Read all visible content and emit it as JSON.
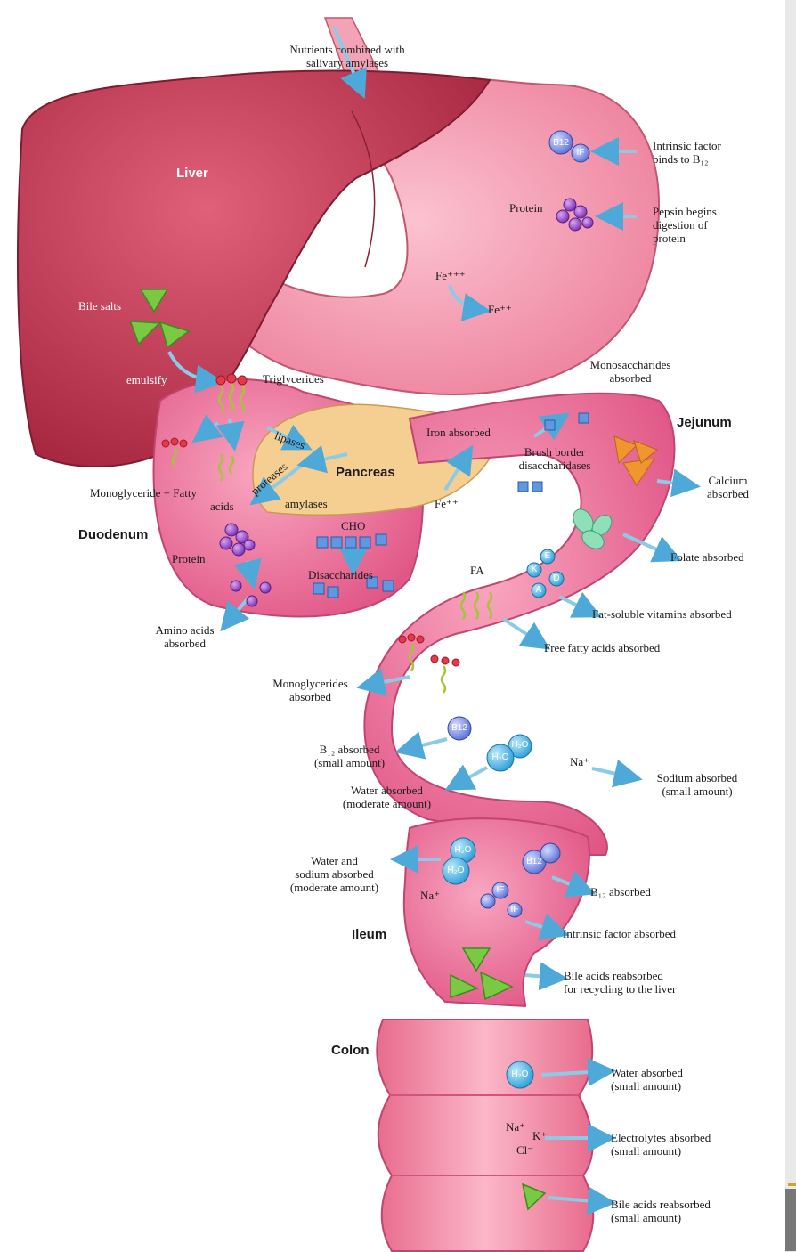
{
  "organs": {
    "liver": "Liver",
    "pancreas": "Pancreas",
    "duodenum": "Duodenum",
    "jejunum": "Jejunum",
    "ileum": "Ileum",
    "colon": "Colon"
  },
  "stomach": {
    "nutrients": [
      "Nutrients combined with",
      "salivary amylases"
    ],
    "intrinsic_factor": [
      "Intrinsic factor",
      "binds to B₁₂"
    ],
    "protein": "Protein",
    "pepsin": [
      "Pepsin begins",
      "digestion of",
      "protein"
    ],
    "fe3": "Fe⁺⁺⁺",
    "fe2": "Fe⁺⁺"
  },
  "duodenum": {
    "bile_salts": "Bile salts",
    "emulsify": "emulsify",
    "triglycerides": "Triglycerides",
    "monoglyceride": "Monoglyceride + Fatty",
    "acids": "acids",
    "lipases": "lipases",
    "proteases": "proteases",
    "amylases": "amylases",
    "cho": "CHO",
    "disaccharides": "Disaccharides",
    "protein": "Protein",
    "amino_acids": [
      "Amino acids",
      "absorbed"
    ],
    "iron_absorbed": "Iron absorbed",
    "fe2": "Fe⁺⁺"
  },
  "jejunum": {
    "monosaccharides": [
      "Monosaccharides",
      "absorbed"
    ],
    "brush_border": [
      "Brush border",
      "disaccharidases"
    ],
    "calcium": [
      "Calcium",
      "absorbed"
    ],
    "folate": "Folate absorbed",
    "fat_soluble": "Fat-soluble vitamins absorbed",
    "fa": "FA",
    "free_fatty": "Free fatty acids absorbed",
    "monoglycerides": [
      "Monoglycerides",
      "absorbed"
    ],
    "b12_small": [
      "B₁₂ absorbed",
      "(small amount)"
    ],
    "water_moderate": [
      "Water absorbed",
      "(moderate amount)"
    ],
    "na": "Na⁺",
    "sodium_small": [
      "Sodium absorbed",
      "(small amount)"
    ]
  },
  "ileum": {
    "water_sodium": [
      "Water and",
      "sodium absorbed",
      "(moderate amount)"
    ],
    "na": "Na⁺",
    "b12_absorbed": "B₁₂ absorbed",
    "intrinsic_absorbed": "Intrinsic factor absorbed",
    "bile_recycle": [
      "Bile acids reabsorbed",
      "for recycling to the liver"
    ]
  },
  "colon": {
    "water_small": [
      "Water absorbed",
      "(small amount)"
    ],
    "ions": [
      "Na⁺",
      "K⁺",
      "Cl⁻"
    ],
    "electrolytes": [
      "Electrolytes absorbed",
      "(small amount)"
    ],
    "bile_small": [
      "Bile acids reabsorbed",
      "(small amount)"
    ]
  },
  "molecules": {
    "b12": "B12",
    "if": "IF",
    "h2o": "H₂O",
    "vit_k": "K",
    "vit_e": "E",
    "vit_d": "D",
    "vit_a": "A"
  },
  "colors": {
    "liver": "#c33b55",
    "gut": "#ee6a94",
    "pancreas": "#f2c98a",
    "arrow": "#a9d8ee",
    "bile": "#7ac943",
    "protein": "#8a3fc0",
    "water": "#4bb8e8"
  }
}
